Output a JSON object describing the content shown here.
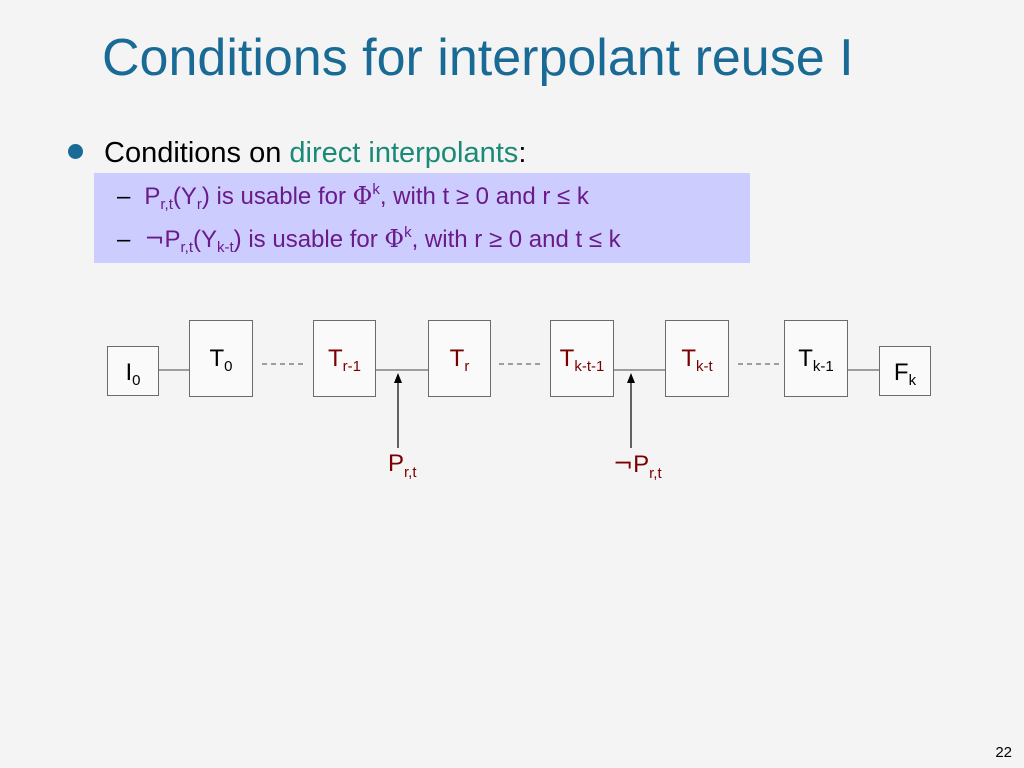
{
  "slide": {
    "title": "Conditions for interpolant reuse I",
    "bullet": {
      "prefix": "Conditions on ",
      "highlight": "direct interpolants",
      "suffix": ":"
    },
    "sub_items": [
      {
        "dash": "–",
        "p": "P",
        "p_sub": "r,t",
        "y_open": "(Y",
        "y_sub": "r",
        "y_close": ")",
        "mid": " is usable for ",
        "phi": "Φ",
        "phi_sup": "k",
        "tail": ", with t ≥ 0 and r ≤ k"
      },
      {
        "dash": "–",
        "neg": "¬",
        "p": "P",
        "p_sub": "r,t",
        "y_open": "(Y",
        "y_sub": "k-t",
        "y_close": ")",
        "mid": " is usable for ",
        "phi": "Φ",
        "phi_sup": "k",
        "tail": ", with r ≥ 0 and t ≤ k"
      }
    ],
    "page_number": "22"
  },
  "diagram": {
    "boxes": [
      {
        "main": "I",
        "sub": "0"
      },
      {
        "main": "T",
        "sub": "0"
      },
      {
        "main": "T",
        "sub": "r-1"
      },
      {
        "main": "T",
        "sub": "r"
      },
      {
        "main": "T",
        "sub": "k-t-1"
      },
      {
        "main": "T",
        "sub": "k-t"
      },
      {
        "main": "T",
        "sub": "k-1"
      },
      {
        "main": "F",
        "sub": "k"
      }
    ],
    "arrow_labels": [
      {
        "main": "P",
        "sub": "r,t"
      },
      {
        "neg": "¬",
        "main": "P",
        "sub": "r,t"
      }
    ],
    "colors": {
      "title": "#1a6a96",
      "highlight_text": "#1a8a78",
      "sub_text": "#6a1b8a",
      "highlight_box": "#ccccff",
      "dark_red": "#7a0000"
    }
  }
}
